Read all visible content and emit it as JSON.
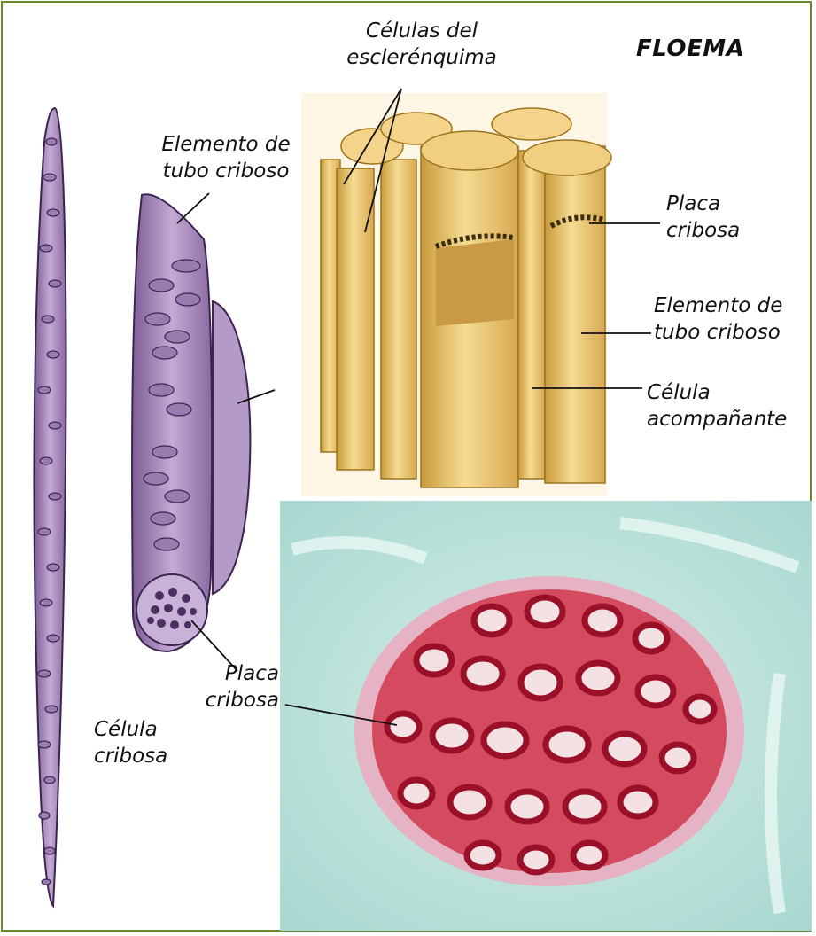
{
  "title": "FLOEMA",
  "labels": {
    "esclerenquima": [
      "Células del",
      "esclerénquima"
    ],
    "elemento_top": [
      "Elemento de",
      "tubo criboso"
    ],
    "placa_right": [
      "Placa",
      "cribosa"
    ],
    "elemento_right": [
      "Elemento de",
      "tubo criboso"
    ],
    "celula_acomp": [
      "Célula",
      "acompañante"
    ],
    "placa_left": [
      "Placa",
      "cribosa"
    ],
    "celula_cribosa": [
      "Célula",
      "cribosa"
    ]
  },
  "colors": {
    "frame": "#6b8a2a",
    "sieve_purple": "#a98bbd",
    "tube_gold": "#e8c36a",
    "micrograph_bg": "#bfe3dd",
    "sieve_plate_red": "#c4263a"
  }
}
